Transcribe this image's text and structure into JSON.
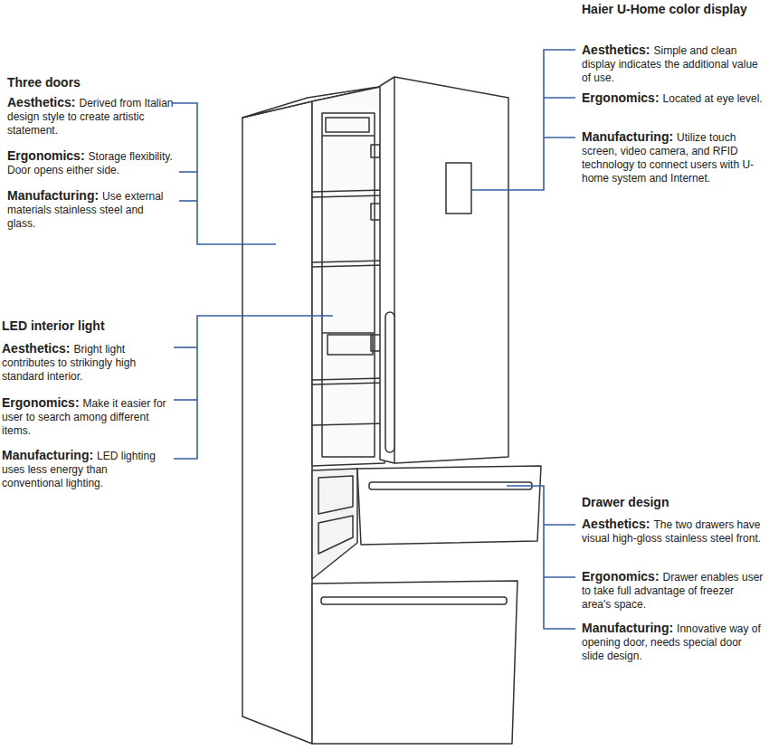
{
  "diagram": {
    "labels": [
      "Haier U-Home color display",
      "Aesthetics:",
      "Simple and clean display indicates the additional value of use.",
      "Ergonomics:",
      "Located at eye level.",
      "Manufacturing:",
      "Utilize touch screen, video camera, and RFID technology to connect users with U-home system and Internet.",
      "Three doors",
      "Aesthetics:",
      "Derived from Italian design style to create artistic statement.",
      "Ergonomics:",
      "Storage flexibility. Door opens either side.",
      "Manufacturing:",
      "Use external materials stainless steel and glass.",
      "LED interior light",
      "Aesthetics:",
      "Bright light contributes to strikingly high standard interior.",
      "Ergonomics:",
      "Make it easier for user to search among different items.",
      "Manufacturing:",
      "LED lighting uses less energy than conventional lighting.",
      "Drawer design",
      "Aesthetics:",
      "The two drawers have visual high-gloss stainless steel front.",
      "Ergonomics:",
      "Drawer enables user to take full advantage of freezer area's space.",
      "Manufacturing:",
      "Innovative way of opening door, needs special door slide design."
    ]
  }
}
